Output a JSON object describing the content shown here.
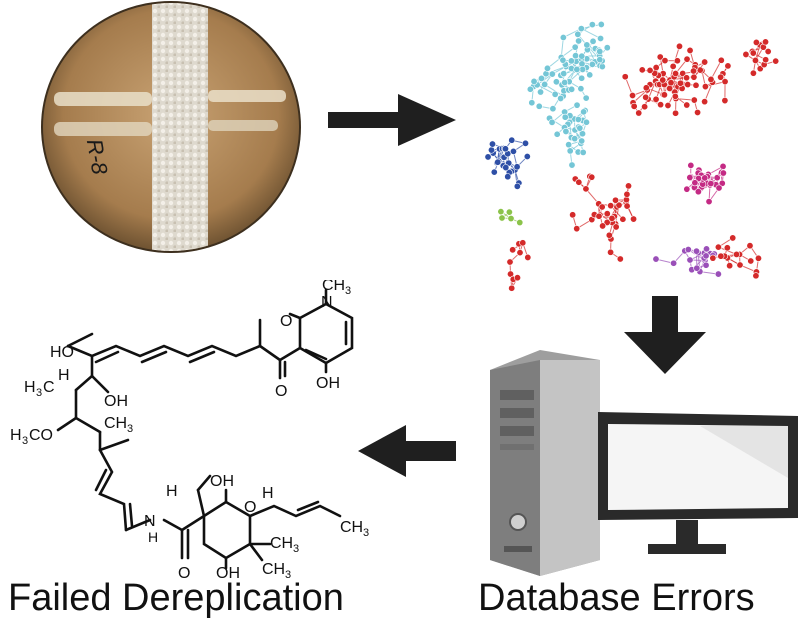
{
  "captions": {
    "left": "Failed Dereplication",
    "right": "Database Errors"
  },
  "plate": {
    "handwriting": "R-8"
  },
  "molecule_labels": {
    "ho1": "HO",
    "ch3_n": "CH",
    "sub3": "3",
    "o1": "O",
    "n1": "N",
    "o2": "O",
    "oh1": "OH",
    "h3c1": "H",
    "c1": "C",
    "h1": "H",
    "oh2": "OH",
    "ch3_a": "CH",
    "h3co": "H",
    "co": "CO",
    "nh_n": "N",
    "nh_h": "H",
    "h2": "H",
    "oh3": "OH",
    "o3": "O",
    "o4": "O",
    "h4": "H",
    "ch3_b": "CH",
    "ch3_c": "CH",
    "ch3_d": "CH",
    "oh4": "OH"
  },
  "colors": {
    "cyan": "#74c6d6",
    "red": "#d42a2a",
    "blue": "#2e4fa6",
    "magenta": "#c42a84",
    "green": "#8bc34a",
    "purple": "#9a4fb8",
    "arrow": "#1f1f1f",
    "monitor_frame": "#2a2a2a",
    "tower": "#b8b8b8"
  }
}
